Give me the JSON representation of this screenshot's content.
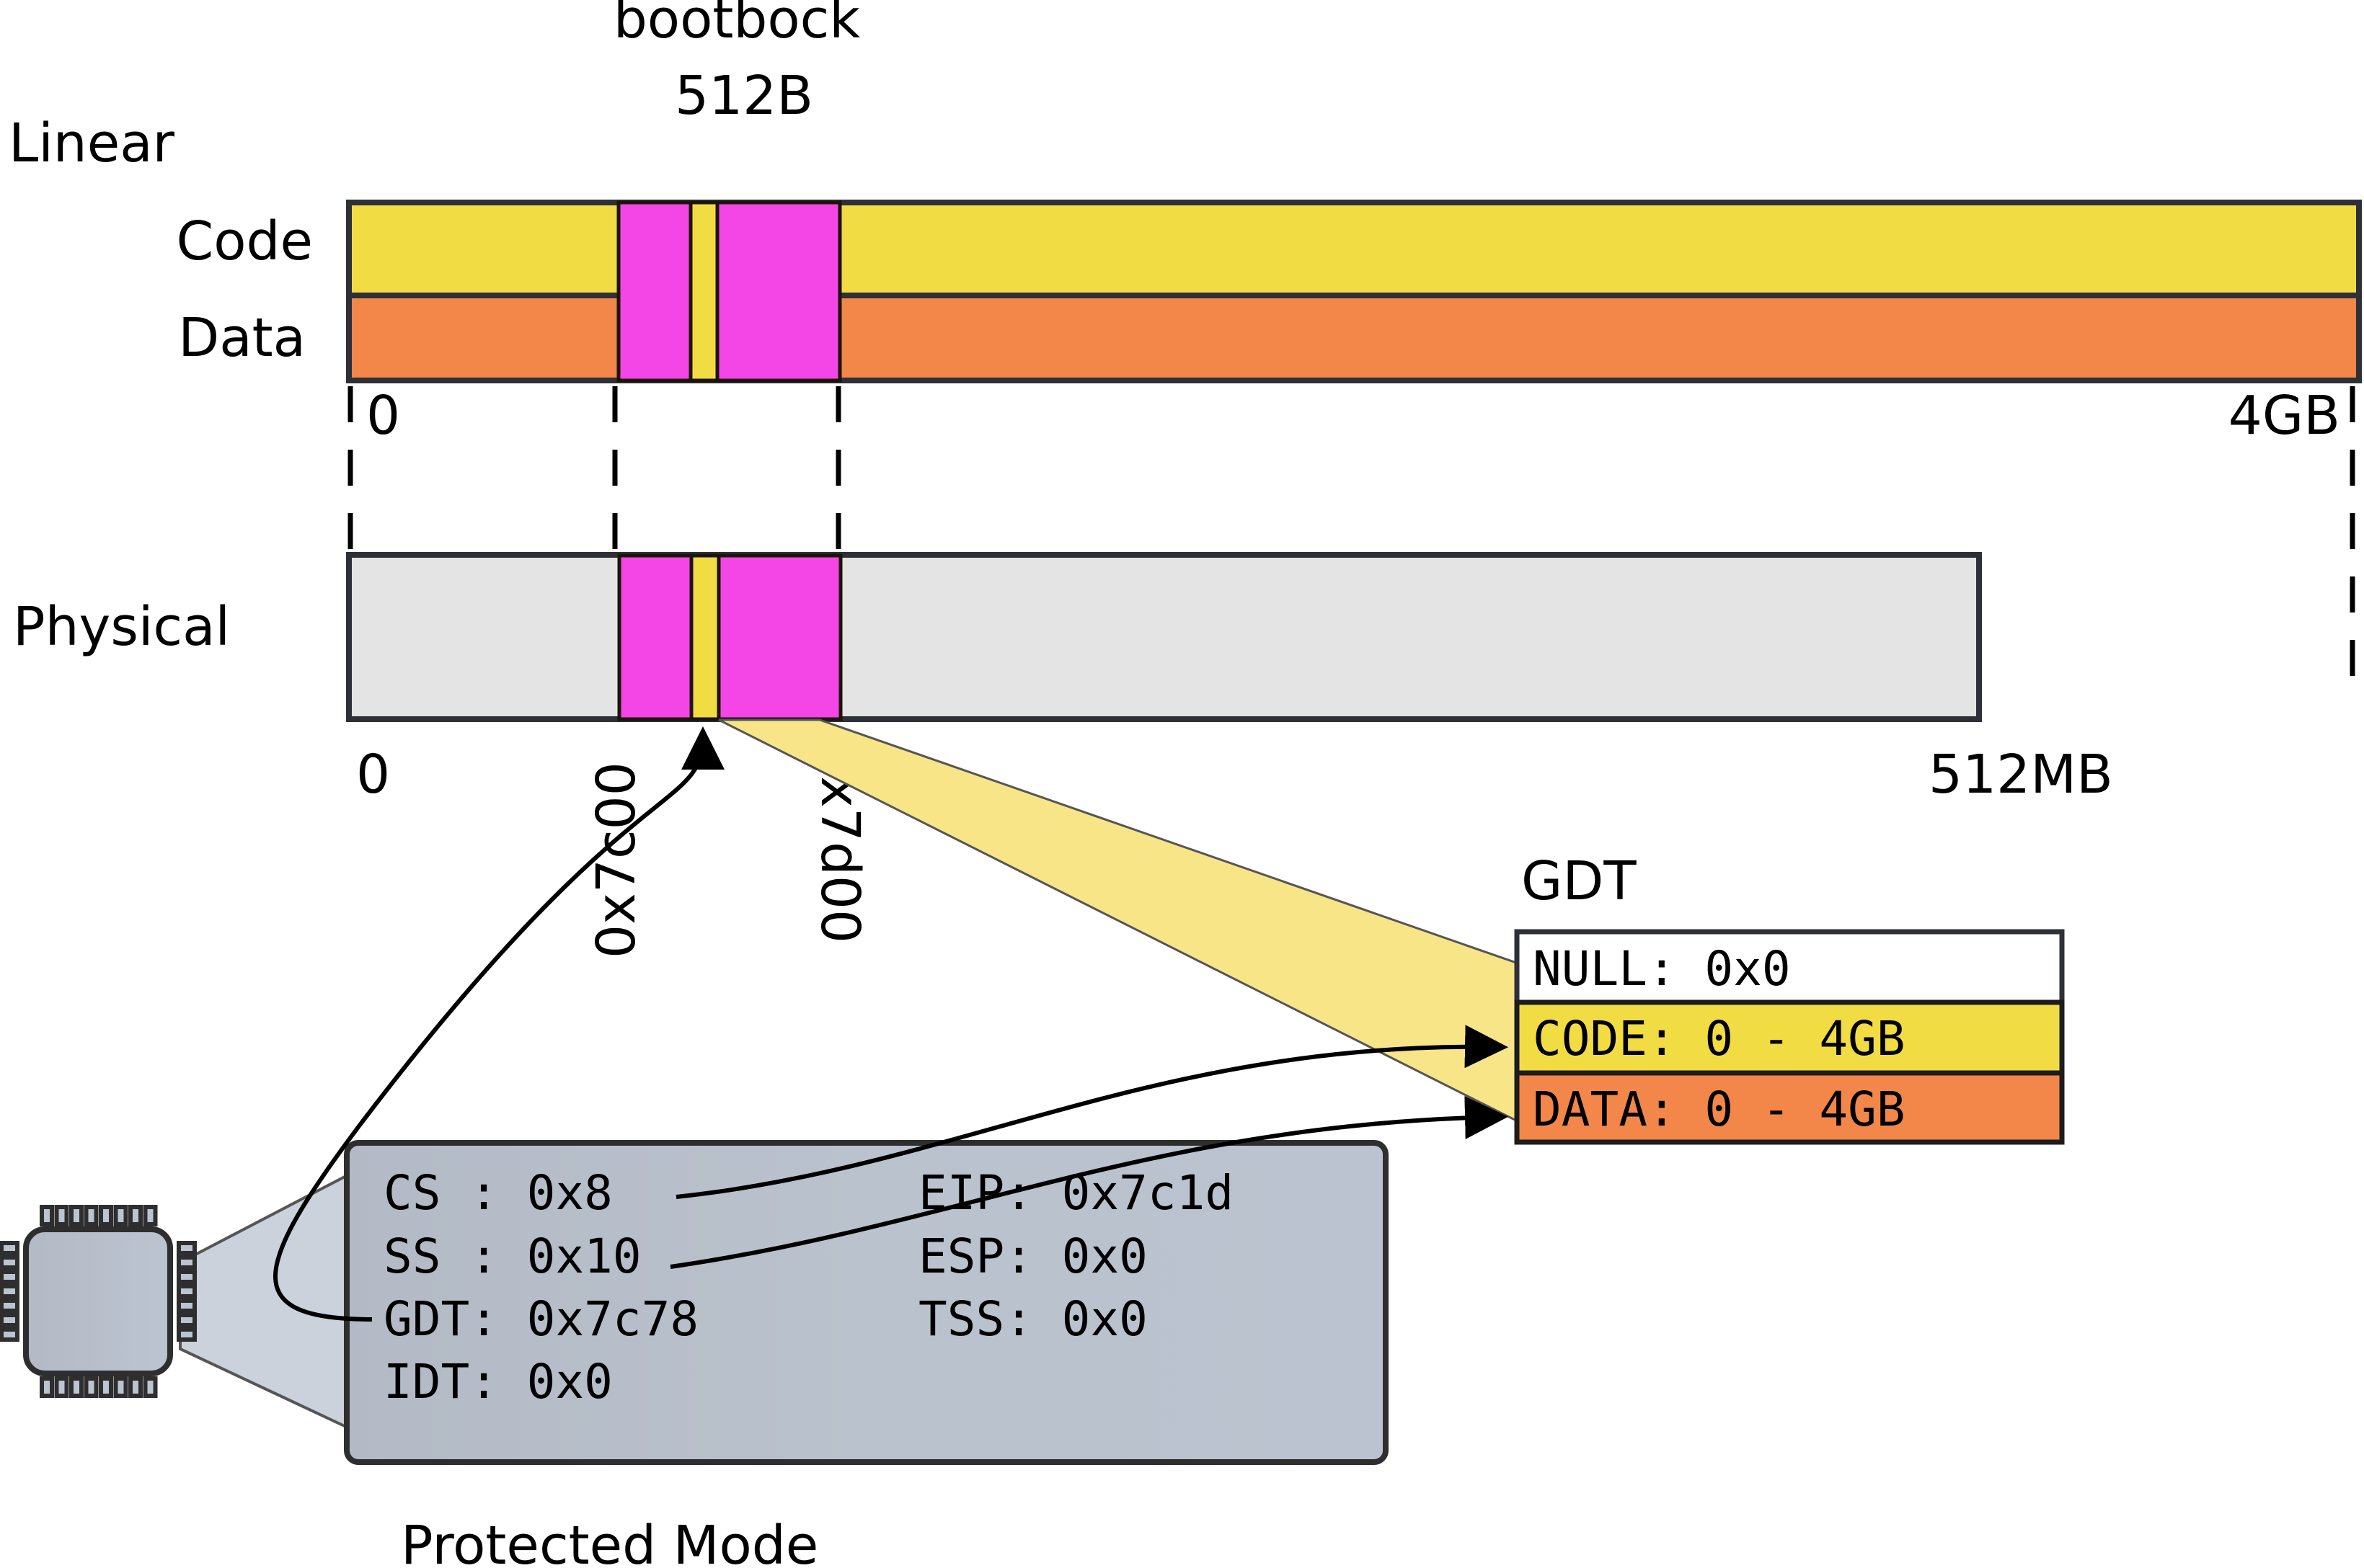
{
  "linear": {
    "title": "Linear",
    "rows": [
      {
        "label": "Code",
        "color": "#f2dc44"
      },
      {
        "label": "Data",
        "color": "#f28749"
      }
    ],
    "start_label": "0",
    "end_label": "4GB"
  },
  "bootblock": {
    "title_line1": "bootbock",
    "title_line2": "512B",
    "color": "#f446e6",
    "gdt_slice_color": "#f2dc44"
  },
  "physical": {
    "title": "Physical",
    "color": "#e4e4e4",
    "start_label": "0",
    "addr_start_label": "0x7c00",
    "addr_end_label": "0x7d00",
    "end_label": "512MB"
  },
  "gdt": {
    "title": "GDT",
    "entries": [
      {
        "text": "NULL: 0x0",
        "color": "#ffffff"
      },
      {
        "text": "CODE: 0 - 4GB",
        "color": "#f2dc44"
      },
      {
        "text": "DATA: 0 - 4GB",
        "color": "#f28749"
      }
    ],
    "zoom_fill": "#f7e588"
  },
  "cpu": {
    "caption": "Protected Mode",
    "panel_color": "#b9c1cc",
    "registers_left": [
      "CS : 0x8",
      "SS : 0x10",
      "GDT: 0x7c78",
      "IDT: 0x0"
    ],
    "registers_right": [
      "EIP: 0x7c1d",
      "ESP: 0x0",
      "TSS: 0x0"
    ]
  },
  "colors": {
    "stroke": "#2e3037",
    "text": "#000000"
  }
}
